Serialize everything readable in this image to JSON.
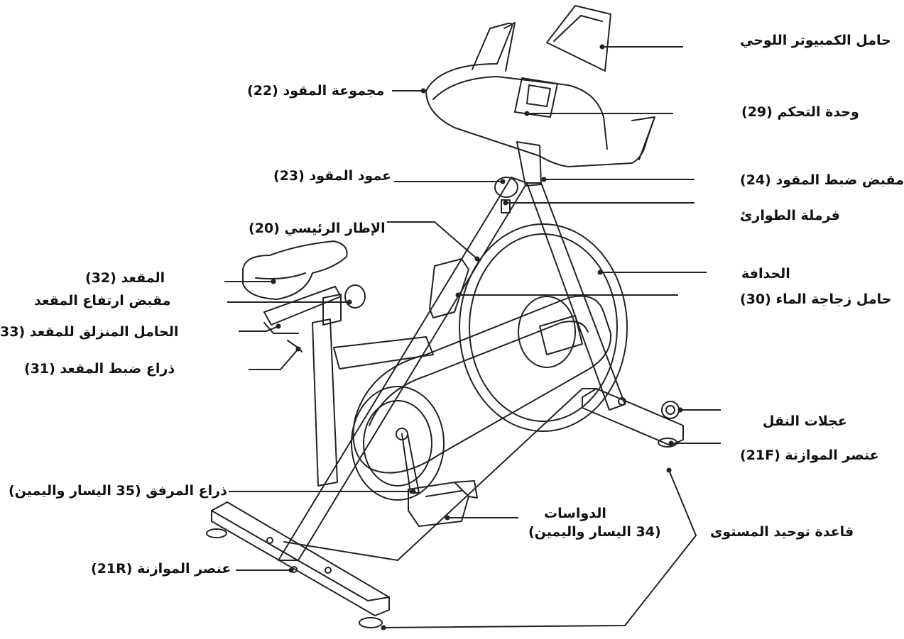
{
  "labels": {
    "tablet_holder": "حامل الكمبيوتر اللوحي",
    "handlebar_assembly": "مجموعة المقود (22)",
    "console": "وحدة التحكم  (29)",
    "handlebar_post": "عمود المقود (23)",
    "handlebar_knob": "مقبض ضبط المقود (24)",
    "emergency_brake": "فرملة الطوارئ",
    "main_frame": "الإطار الرئيسي (20)",
    "flywheel": "الحدافة",
    "seat": "المقعد (32)",
    "seat_height_knob": "مقبض ارتفاع المقعد",
    "water_bottle_holder": "حامل زجاجة الماء (30)",
    "seat_slider": "الحامل المنزلق للمقعد (33",
    "seat_lever": "ذراع ضبط المقعد (31)",
    "transport_wheels": "عجلات النقل",
    "front_stabilizer": "عنصر الموازنة (21F)",
    "crank_arm": "ذراع المرفق (35 اليسار واليمين)",
    "pedals": "الدواسات",
    "pedals_sub": "(34 اليسار واليمين)",
    "leveling_base": "قاعدة توحيد المستوى",
    "rear_stabilizer": "عنصر الموازنة (21R)"
  }
}
